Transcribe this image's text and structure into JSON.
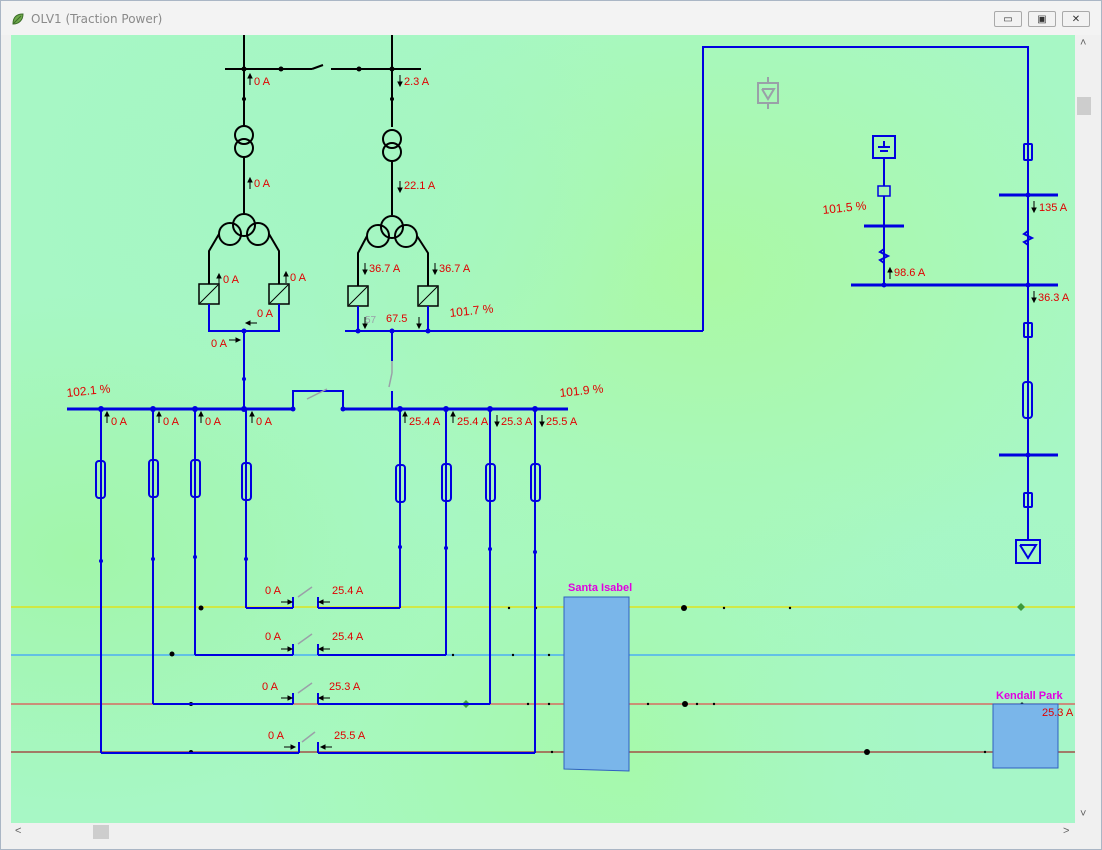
{
  "window": {
    "title": "OLV1 (Traction Power)",
    "controls": {
      "minimize": "▭",
      "restore": "▣",
      "close": "✕"
    }
  },
  "colors": {
    "bus_blue": "#0000e0",
    "label_red": "#e00000",
    "station_magenta": "#e000e0",
    "track_yellow": "#e8e000",
    "track_blue": "#3aa0ff",
    "track_red": "#e05050",
    "track_maroon": "#a03030"
  },
  "diagram": {
    "bus_left_voltage": "102.1 %",
    "bus_right_voltage": "101.9 %",
    "dc_bus_voltage": "101.7 %",
    "right_bus_voltage": "101.5 %",
    "faded_reading": "67.5",
    "top_left_current": "0 A",
    "top_right_current": "2.3 A",
    "xfmr_left_current": "0 A",
    "xfmr_right_current": "22.1 A",
    "rect1_current": "0 A",
    "rect2_current": "0 A",
    "rect3_current": "36.7 A",
    "rect4_current": "36.7 A",
    "left_dc_out_a": "0 A",
    "left_dc_out_b": "0 A",
    "feeders": [
      "0 A",
      "0 A",
      "0 A",
      "0 A",
      "25.4 A",
      "25.4 A",
      "25.3 A",
      "25.5 A"
    ],
    "tie_currents": [
      {
        "left": "0 A",
        "right": "25.4 A"
      },
      {
        "left": "0 A",
        "right": "25.4 A"
      },
      {
        "left": "0 A",
        "right": "25.3 A"
      },
      {
        "left": "0 A",
        "right": "25.5 A"
      }
    ],
    "right_branch_current": "135 A",
    "right_branch_current2": "36.3 A",
    "battery_branch_current": "98.6 A",
    "station_1": "Santa Isabel",
    "station_2": "Kendall Park",
    "station_2_current": "25.3 A"
  },
  "scrollbars": {
    "up": "˄",
    "down": "˅",
    "left": "<",
    "right": ">"
  }
}
